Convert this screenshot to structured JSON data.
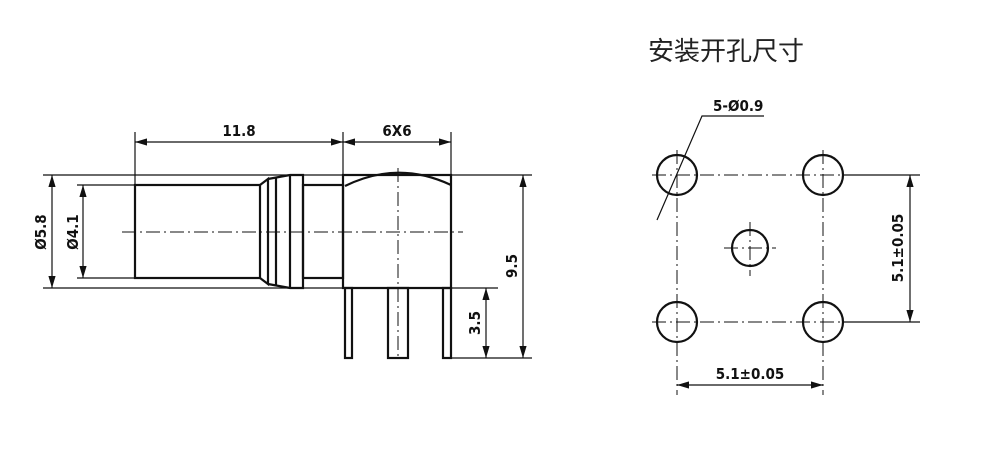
{
  "title": "安装开孔尺寸",
  "side_view": {
    "length_label": "11.8",
    "body_label": "6X6",
    "outer_diameter_label": "Ø5.8",
    "inner_diameter_label": "Ø4.1",
    "height_label": "9.5",
    "pin_length_label": "3.5"
  },
  "hole_pattern": {
    "hole_label": "5-Ø0.9",
    "vertical_spacing_label": "5.1±0.05",
    "horizontal_spacing_label": "5.1±0.05"
  }
}
